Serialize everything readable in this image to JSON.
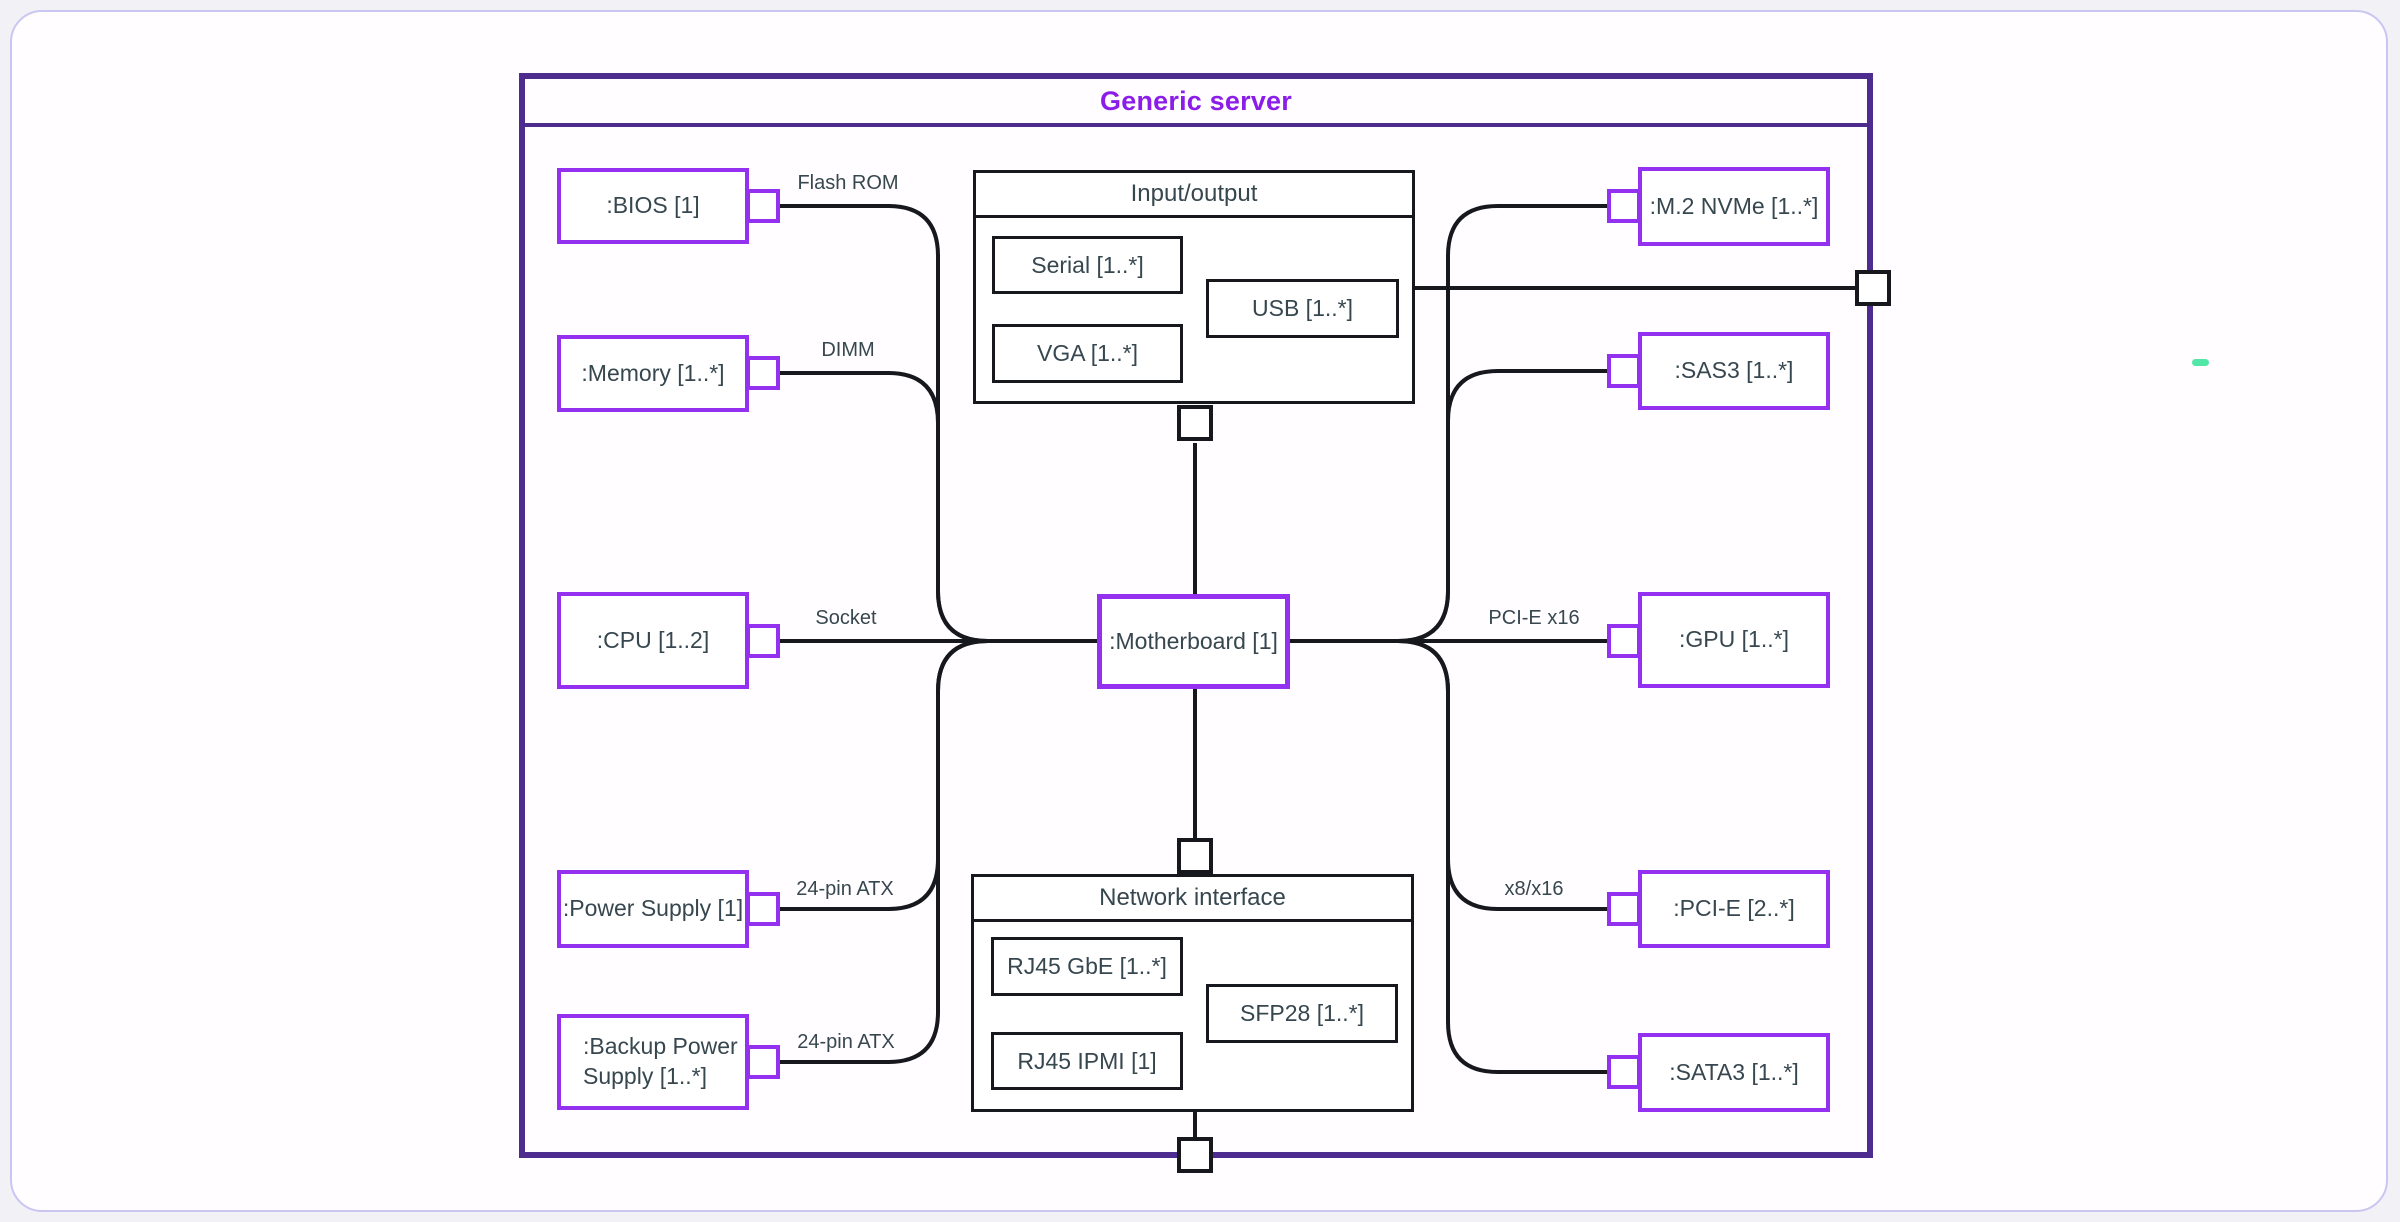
{
  "title": "Generic server",
  "colors": {
    "page_bg": "#f1f1f6",
    "card_bg": "#fffdff",
    "card_border": "#c9c6f1",
    "frame_border": "#4d2b8f",
    "title_text": "#8b1de8",
    "comp_border": "#9430f0",
    "line_ink": "#16181d",
    "ink": "#37474f",
    "cursor_mark": "#52e6a7"
  },
  "components": {
    "bios": {
      "label": ":BIOS [1]"
    },
    "memory": {
      "label": ":Memory [1..*]"
    },
    "cpu": {
      "label": ":CPU [1..2]"
    },
    "power_supply": {
      "label": ":Power Supply [1]"
    },
    "backup_power_supply": {
      "label": ":Backup Power Supply [1..*]"
    },
    "motherboard": {
      "label": ":Motherboard [1]"
    },
    "m2_nvme": {
      "label": ":M.2 NVMe [1..*]"
    },
    "sas3": {
      "label": ":SAS3 [1..*]"
    },
    "gpu": {
      "label": ":GPU [1..*]"
    },
    "pci_e": {
      "label": ":PCI-E [2..*]"
    },
    "sata3": {
      "label": ":SATA3 [1..*]"
    }
  },
  "groups": {
    "io": {
      "title": "Input/output",
      "children": {
        "serial": "Serial [1..*]",
        "vga": "VGA [1..*]",
        "usb": "USB [1..*]"
      }
    },
    "network": {
      "title": "Network interface",
      "children": {
        "rj45_gbe": "RJ45 GbE [1..*]",
        "rj45_ipmi": "RJ45 IPMI [1]",
        "sfp28": "SFP28 [1..*]"
      }
    }
  },
  "connector_labels": {
    "flash_rom": "Flash ROM",
    "dimm": "DIMM",
    "socket": "Socket",
    "power_atx": "24-pin ATX",
    "backup_atx": "24-pin ATX",
    "pcie_x16": "PCI-E x16",
    "x8_x16": "x8/x16"
  }
}
